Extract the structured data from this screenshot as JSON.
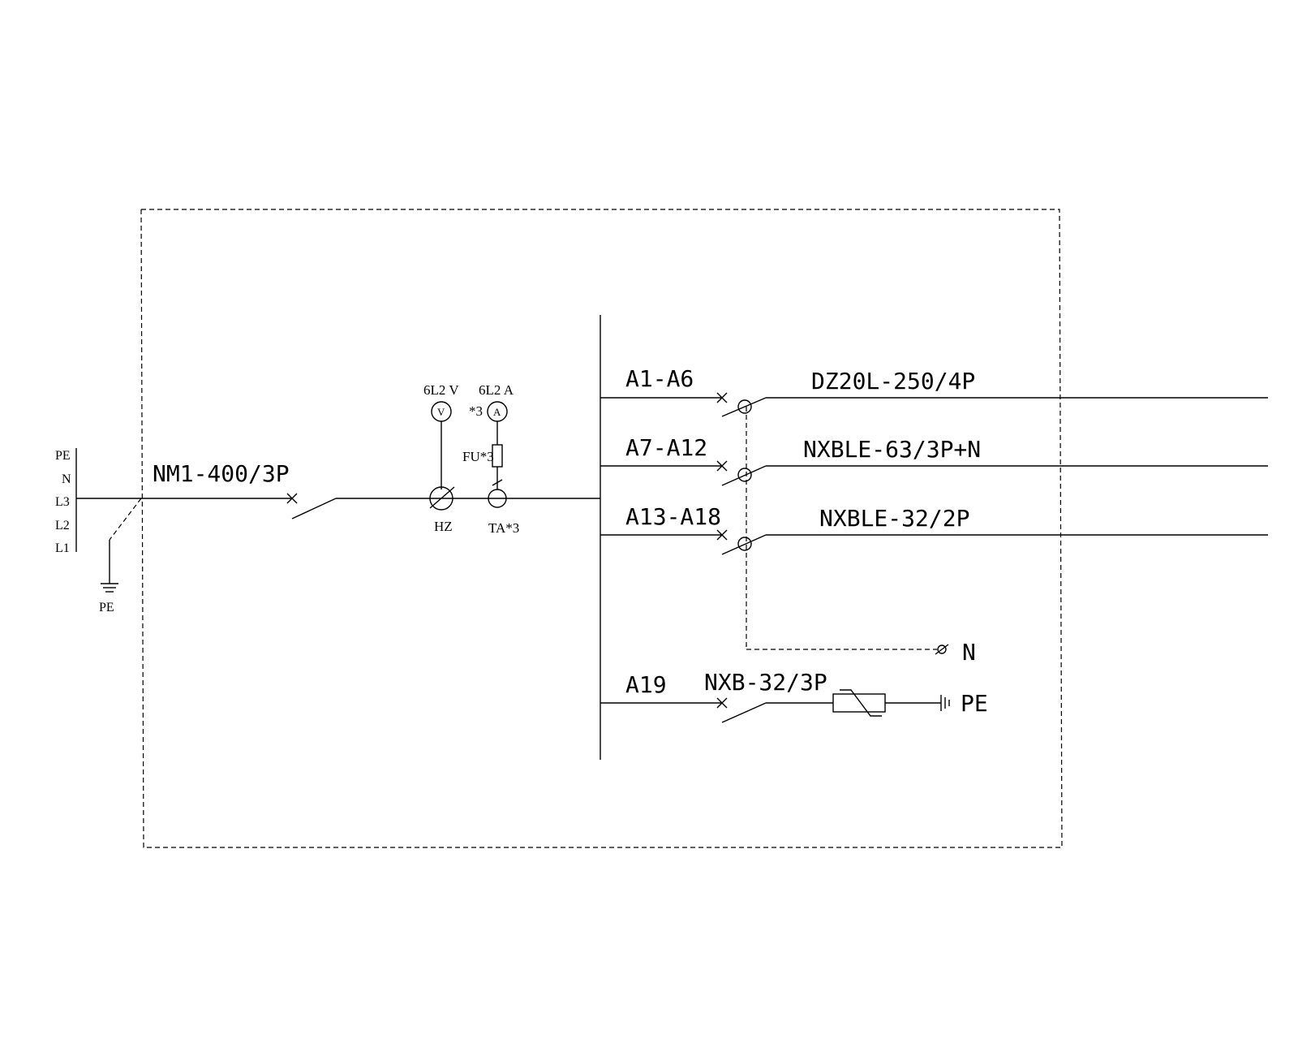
{
  "incoming": {
    "phases": [
      "PE",
      "N",
      "L3",
      "L2",
      "L1"
    ],
    "ground_label": "PE"
  },
  "main_breaker": "NM1-400/3P",
  "meters": {
    "voltmeter_label": "6L2 V",
    "voltmeter_symbol": "V",
    "ammeter_label": "6L2 A",
    "ammeter_count": "*3",
    "ammeter_symbol": "A",
    "fuse_label": "FU*3",
    "switch_label": "HZ",
    "ct_label": "TA*3"
  },
  "feeders": [
    {
      "circuits": "A1-A6",
      "device": "DZ20L-250/4P"
    },
    {
      "circuits": "A7-A12",
      "device": "NXBLE-63/3P+N"
    },
    {
      "circuits": "A13-A18",
      "device": "NXBLE-32/2P"
    }
  ],
  "neutral_label": "N",
  "spd_branch": {
    "circuit": "A19",
    "device": "NXB-32/3P",
    "ground_label": "PE"
  }
}
